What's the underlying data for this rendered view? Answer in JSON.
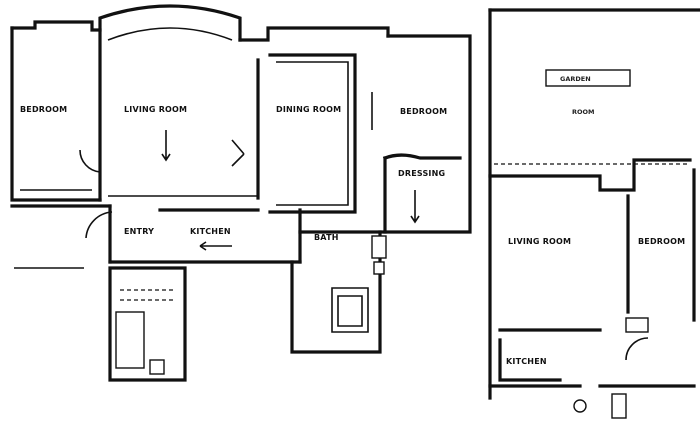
{
  "left_plan": {
    "rooms": [
      {
        "id": "bedroom-left",
        "label": "BEDROOM"
      },
      {
        "id": "living-room",
        "label": "LIVING ROOM"
      },
      {
        "id": "dining-room",
        "label": "DINING ROOM"
      },
      {
        "id": "bedroom-right",
        "label": "BEDROOM"
      },
      {
        "id": "dressing",
        "label": "DRESSING"
      },
      {
        "id": "entry",
        "label": "ENTRY"
      },
      {
        "id": "kitchen",
        "label": "KITCHEN"
      },
      {
        "id": "bath",
        "label": "BATH"
      }
    ]
  },
  "right_plan": {
    "rooms": [
      {
        "id": "garden-room",
        "label": "ROOM"
      },
      {
        "id": "living-room-2",
        "label": "LIVING ROOM"
      },
      {
        "id": "bedroom-2",
        "label": "BEDROOM"
      },
      {
        "id": "kitchen-2",
        "label": "KITCHEN"
      }
    ],
    "garden_box": "GARDEN"
  }
}
